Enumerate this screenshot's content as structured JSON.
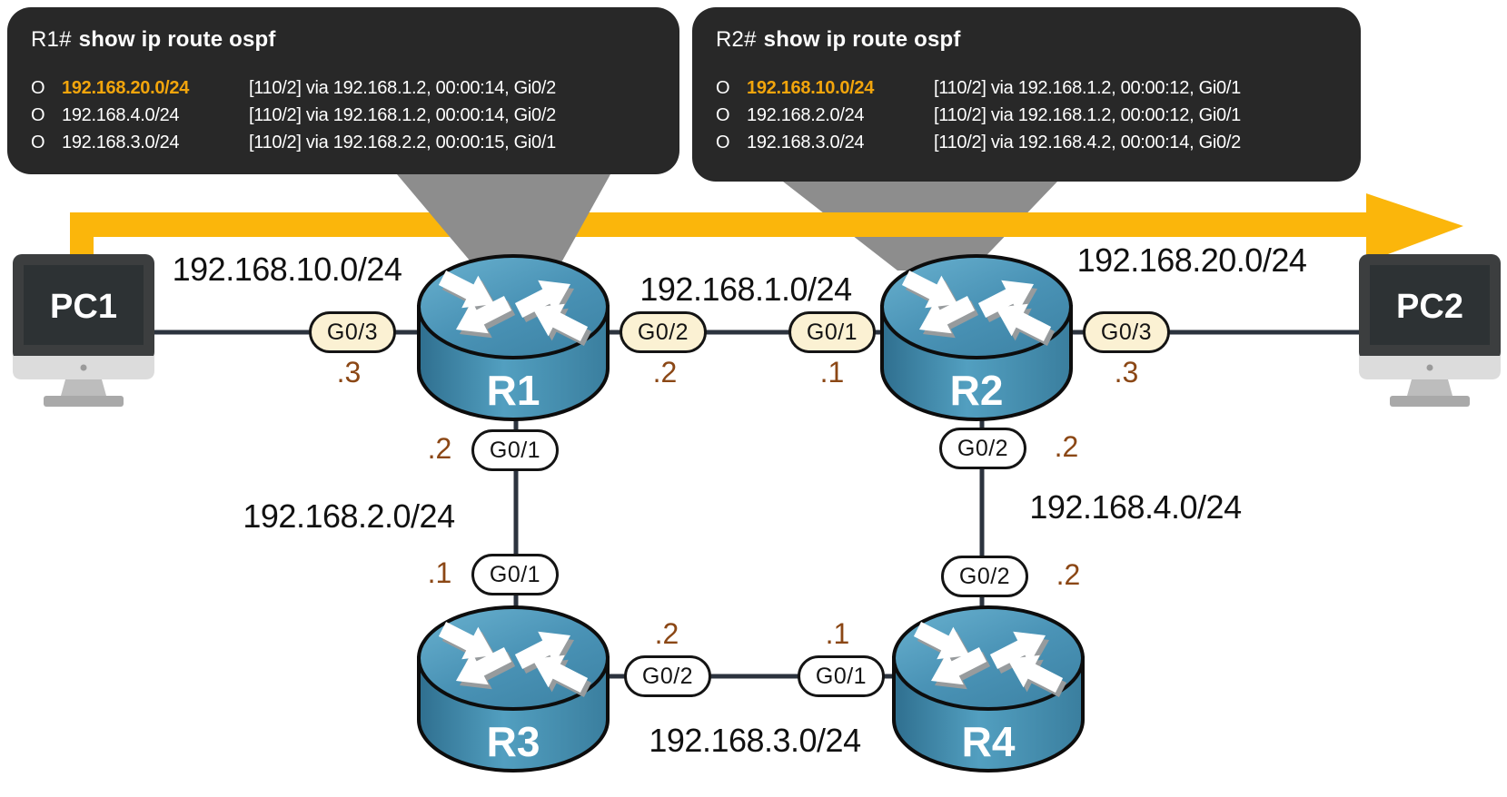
{
  "terminals": [
    {
      "prompt_host": "R1#",
      "prompt_command": "show ip route ospf",
      "routes": [
        {
          "code": "O",
          "prefix": "192.168.20.0/24",
          "detail": "[110/2] via 192.168.1.2, 00:00:14, Gi0/2",
          "highlight": true
        },
        {
          "code": "O",
          "prefix": "192.168.4.0/24",
          "detail": "[110/2] via 192.168.1.2, 00:00:14, Gi0/2",
          "highlight": false
        },
        {
          "code": "O",
          "prefix": "192.168.3.0/24",
          "detail": "[110/2] via 192.168.2.2, 00:00:15, Gi0/1",
          "highlight": false
        }
      ]
    },
    {
      "prompt_host": "R2#",
      "prompt_command": "show ip route ospf",
      "routes": [
        {
          "code": "O",
          "prefix": "192.168.10.0/24",
          "detail": "[110/2] via 192.168.1.2, 00:00:12, Gi0/1",
          "highlight": true
        },
        {
          "code": "O",
          "prefix": "192.168.2.0/24",
          "detail": "[110/2] via 192.168.1.2, 00:00:12, Gi0/1",
          "highlight": false
        },
        {
          "code": "O",
          "prefix": "192.168.3.0/24",
          "detail": "[110/2] via 192.168.4.2, 00:00:14, Gi0/2",
          "highlight": false
        }
      ]
    }
  ],
  "devices": {
    "pc1": "PC1",
    "pc2": "PC2",
    "r1": "R1",
    "r2": "R2",
    "r3": "R3",
    "r4": "R4"
  },
  "networks": {
    "net10": "192.168.10.0/24",
    "net1": "192.168.1.0/24",
    "net20": "192.168.20.0/24",
    "net2": "192.168.2.0/24",
    "net4": "192.168.4.0/24",
    "net3": "192.168.3.0/24"
  },
  "interfaces": {
    "r1_g03": {
      "label": "G0/3",
      "octet": ".3"
    },
    "r1_g02": {
      "label": "G0/2",
      "octet": ".2"
    },
    "r2_g01": {
      "label": "G0/1",
      "octet": ".1"
    },
    "r2_g03": {
      "label": "G0/3",
      "octet": ".3"
    },
    "r1_g01": {
      "label": "G0/1",
      "octet": ".2"
    },
    "r3_g01": {
      "label": "G0/1",
      "octet": ".1"
    },
    "r2_g02": {
      "label": "G0/2",
      "octet": ".2"
    },
    "r4_g02": {
      "label": "G0/2",
      "octet": ".2"
    },
    "r3_g02": {
      "label": "G0/2",
      "octet": ".2"
    },
    "r4_g01": {
      "label": "G0/1",
      "octet": ".1"
    }
  },
  "colors": {
    "terminal_bg": "#282828",
    "highlight_orange": "#F2A50C",
    "accent_yellow": "#FBB60B",
    "pill_cream": "#FBF1D3",
    "link_dark": "#2C333E",
    "octet_brown": "#8B4715",
    "funnel_gray": "#8D8D8D",
    "router_blue": "#4A93B6"
  }
}
